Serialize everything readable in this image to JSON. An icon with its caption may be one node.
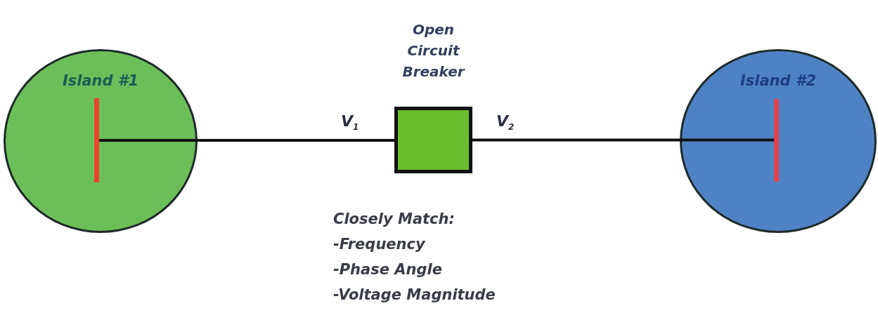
{
  "diagram": {
    "nodes": [
      {
        "text": [
          "Island #1"
        ]
      },
      {
        "text": [],
        "shape": "bar",
        "in": 0
      },
      {
        "text": [
          "Open Circuit Breaker"
        ]
      },
      {
        "text": [
          "Island #2"
        ]
      },
      {
        "text": [],
        "shape": "bar",
        "in": 3
      }
    ],
    "edges": [
      {
        "from": 1,
        "to": 2,
        "arrow": "none",
        "label": "V$_{1}$"
      },
      {
        "from": 2,
        "to": 4,
        "arrow": "none",
        "label": "V$_{2}$"
      }
    ],
    "labels": [
      "Closely Match:",
      "-Frequency",
      "-Phase Angle",
      "-Voltage Magnitude"
    ]
  }
}
